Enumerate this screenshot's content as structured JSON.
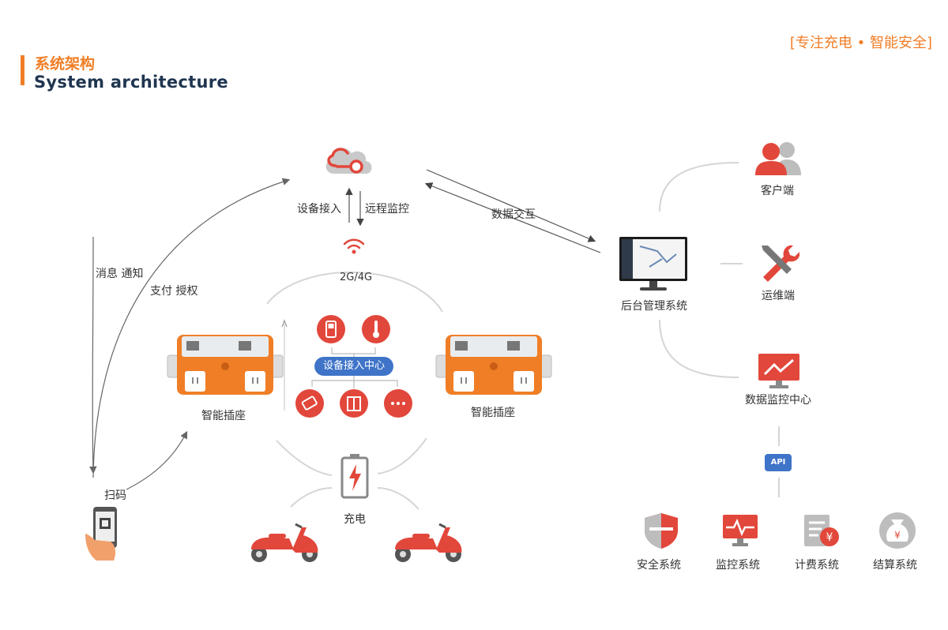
{
  "header": {
    "title_cn": "系统架构",
    "title_en": "System architecture",
    "slogan": "[专注充电 • 智能安全]"
  },
  "cloud": {
    "up_label": "设备接入",
    "down_label": "远程监控",
    "network_label": "2G/4G"
  },
  "left_flow": {
    "message_label": "消息 通知",
    "pay_label": "支付 授权",
    "scan_label": "扫码"
  },
  "sockets": {
    "left_label": "智能插座",
    "right_label": "智能插座"
  },
  "hub": {
    "label": "设备接入中心"
  },
  "charge": {
    "label": "充电"
  },
  "data_exchange": {
    "label": "数据交互"
  },
  "backend": {
    "label": "后台管理系统",
    "customer_label": "客户端",
    "ops_label": "运维端",
    "monitor_center_label": "数据监控中心",
    "api_label": "API"
  },
  "subsystems": [
    {
      "label": "安全系统"
    },
    {
      "label": "监控系统"
    },
    {
      "label": "计费系统"
    },
    {
      "label": "结算系统"
    }
  ],
  "colors": {
    "accent_orange": "#f07e26",
    "icon_red": "#e2473b",
    "hub_blue": "#3f74c8",
    "line_gray": "#cfcfcf"
  }
}
